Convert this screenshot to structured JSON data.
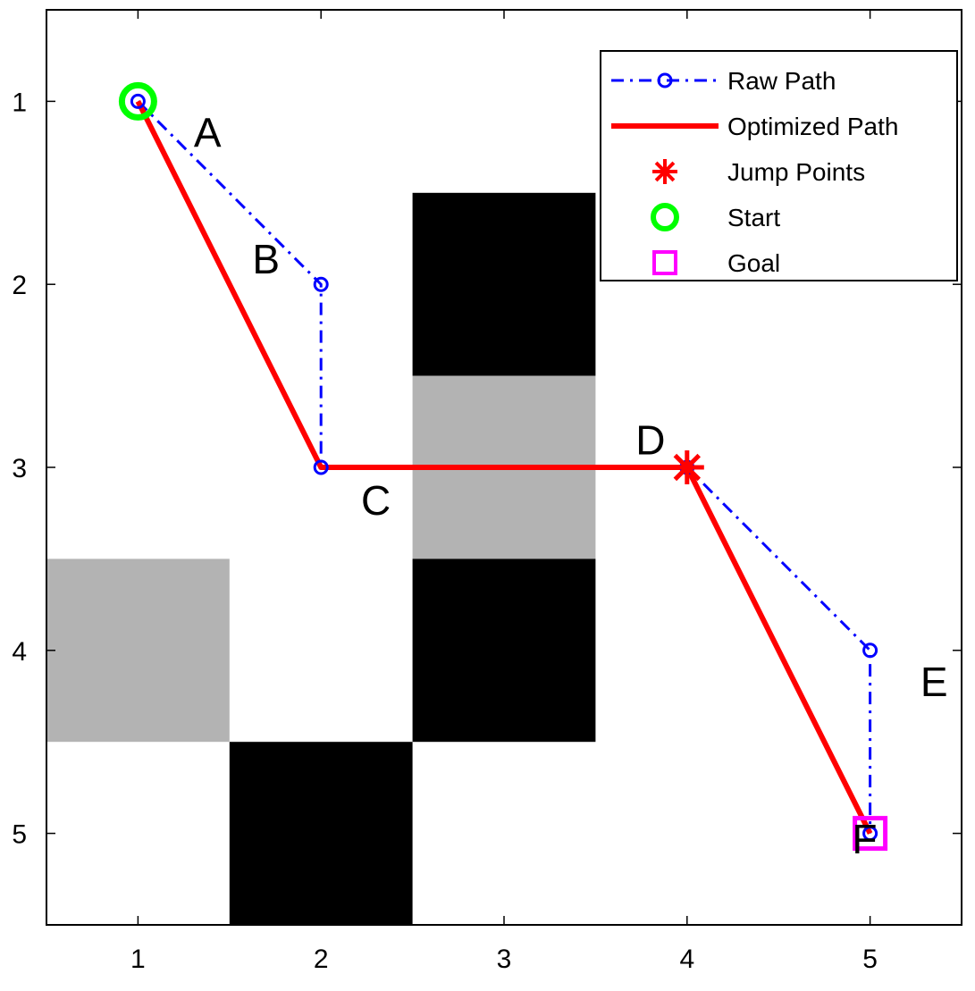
{
  "chart_data": {
    "type": "scatter",
    "title": "",
    "xlabel": "",
    "ylabel": "",
    "xlim": [
      0.5,
      5.5
    ],
    "ylim": [
      0.5,
      5.5
    ],
    "y_reversed": true,
    "grid": false,
    "x_ticks": [
      "1",
      "2",
      "3",
      "4",
      "5"
    ],
    "y_ticks": [
      "1",
      "2",
      "3",
      "4",
      "5"
    ],
    "grid_cells": [
      {
        "col": 3,
        "row": 2,
        "color": "#000000"
      },
      {
        "col": 3,
        "row": 3,
        "color": "#b3b3b3"
      },
      {
        "col": 1,
        "row": 4,
        "color": "#b3b3b3"
      },
      {
        "col": 3,
        "row": 4,
        "color": "#000000"
      },
      {
        "col": 2,
        "row": 5,
        "color": "#000000"
      }
    ],
    "series": [
      {
        "name": "Raw Path",
        "style": "dash-dot with circle markers",
        "color": "#0000ff",
        "x": [
          1,
          2,
          2,
          4,
          5,
          5
        ],
        "y": [
          1,
          2,
          3,
          3,
          4,
          5
        ]
      },
      {
        "name": "Optimized Path",
        "style": "solid",
        "color": "#ff0000",
        "x": [
          1,
          2,
          4,
          5
        ],
        "y": [
          1,
          3,
          3,
          5
        ]
      },
      {
        "name": "Jump Points",
        "style": "asterisk",
        "color": "#ff0000",
        "x": [
          4
        ],
        "y": [
          3
        ]
      },
      {
        "name": "Start",
        "style": "circle",
        "color": "#00ff00",
        "x": [
          1
        ],
        "y": [
          1
        ]
      },
      {
        "name": "Goal",
        "style": "square",
        "color": "#ff00ff",
        "x": [
          5
        ],
        "y": [
          5
        ]
      }
    ],
    "annotations": [
      {
        "text": "A",
        "x": 1.38,
        "y": 1.19
      },
      {
        "text": "B",
        "x": 1.7,
        "y": 1.88
      },
      {
        "text": "C",
        "x": 2.3,
        "y": 3.2
      },
      {
        "text": "D",
        "x": 3.8,
        "y": 2.87
      },
      {
        "text": "E",
        "x": 5.35,
        "y": 4.19
      },
      {
        "text": "F",
        "x": 4.97,
        "y": 5.05
      }
    ],
    "legend": {
      "position": "top-right"
    }
  }
}
